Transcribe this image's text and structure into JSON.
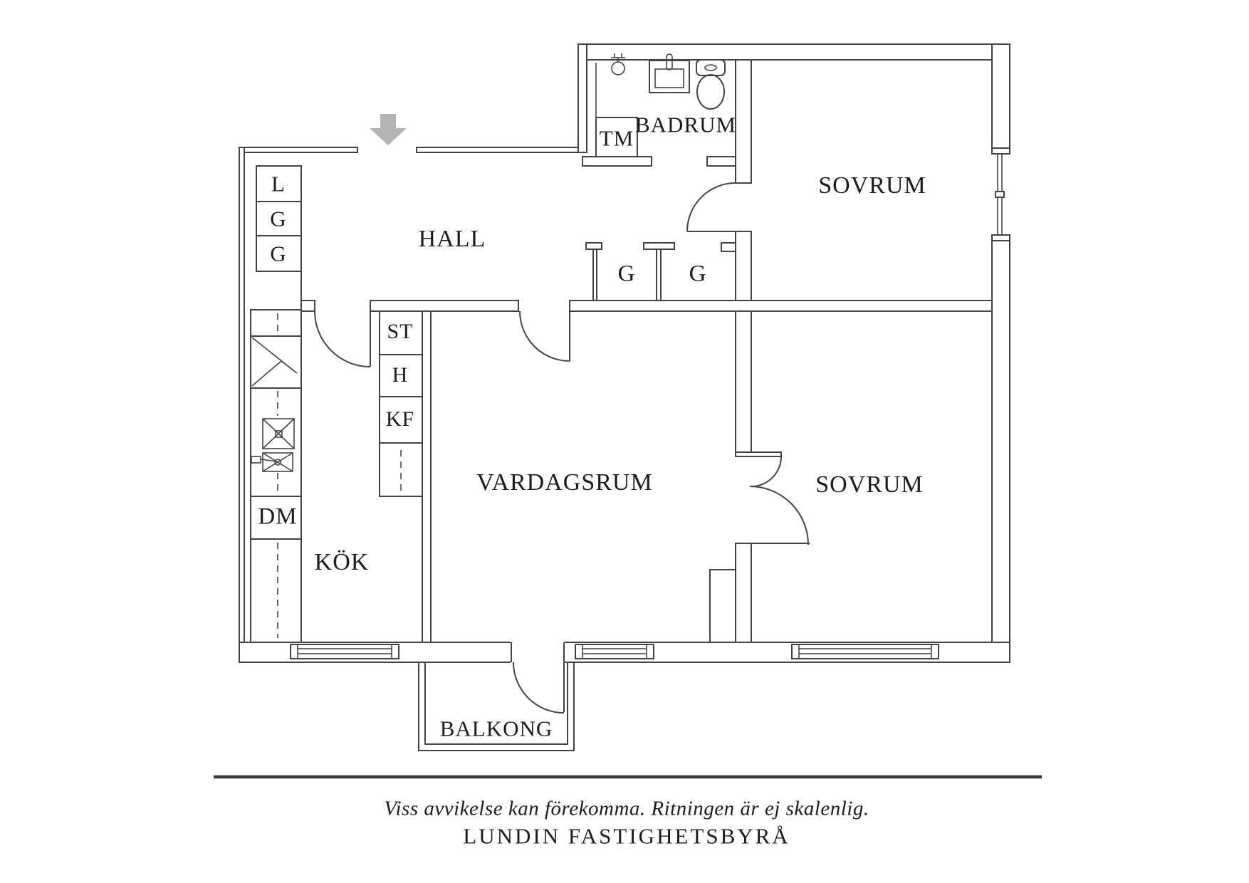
{
  "floorplan": {
    "rooms": {
      "hall": "HALL",
      "badrum": "BADRUM",
      "sovrum1": "SOVRUM",
      "sovrum2": "SOVRUM",
      "vardagsrum": "VARDAGSRUM",
      "kok": "KÖK",
      "balkong": "BALKONG"
    },
    "fixtures_and_closets": {
      "tm": "TM",
      "dm": "DM",
      "linen_closet": "L",
      "wardrobe_left_1": "G",
      "wardrobe_left_2": "G",
      "wardrobe_hall_1": "G",
      "wardrobe_hall_2": "G",
      "st": "ST",
      "h": "H",
      "kf": "KF"
    },
    "icons": {
      "entry_arrow": "entry-arrow-icon",
      "shower": "shower-icon",
      "sink": "sink-icon",
      "toilet": "toilet-icon"
    }
  },
  "footer": {
    "disclaimer": "Viss avvikelse kan förekomma. Ritningen är ej skalenlig.",
    "company": "LUNDIN FASTIGHETSBYRÅ"
  },
  "colors": {
    "line": "#444444",
    "text": "#1c1c1c",
    "arrow": "#b4b4b4",
    "background": "#ffffff"
  }
}
